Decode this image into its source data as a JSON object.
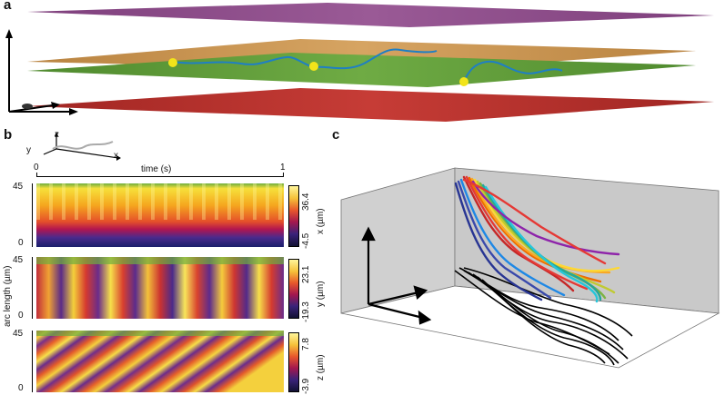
{
  "panels": {
    "a": {
      "label": "a"
    },
    "b": {
      "label": "b",
      "axis_icon": {
        "x": "x",
        "y": "y",
        "z": "z"
      },
      "time_axis": {
        "label": "time (s)",
        "start": "0",
        "end": "1"
      },
      "arc_axis_label": "arc length (µm)",
      "heatmaps": [
        {
          "ytick_top": "45",
          "ytick_bottom": "0",
          "cbar_max": "36.4",
          "cbar_min": "-4.5",
          "cbar_label": "x (µm)"
        },
        {
          "ytick_top": "45",
          "ytick_bottom": "0",
          "cbar_max": "23.1",
          "cbar_min": "-19.3",
          "cbar_label": "y (µm)"
        },
        {
          "ytick_top": "45",
          "ytick_bottom": "0",
          "cbar_max": "7.8",
          "cbar_min": "-3.9",
          "cbar_label": "z (µm)"
        }
      ]
    },
    "c": {
      "label": "c"
    }
  },
  "colors": {
    "plane_purple": "#8a4a86",
    "plane_orange": "#c8914a",
    "plane_green": "#5f9a3a",
    "plane_red": "#b52f2c",
    "filament": "#1f7fc4",
    "bead": "#f2e41a"
  }
}
